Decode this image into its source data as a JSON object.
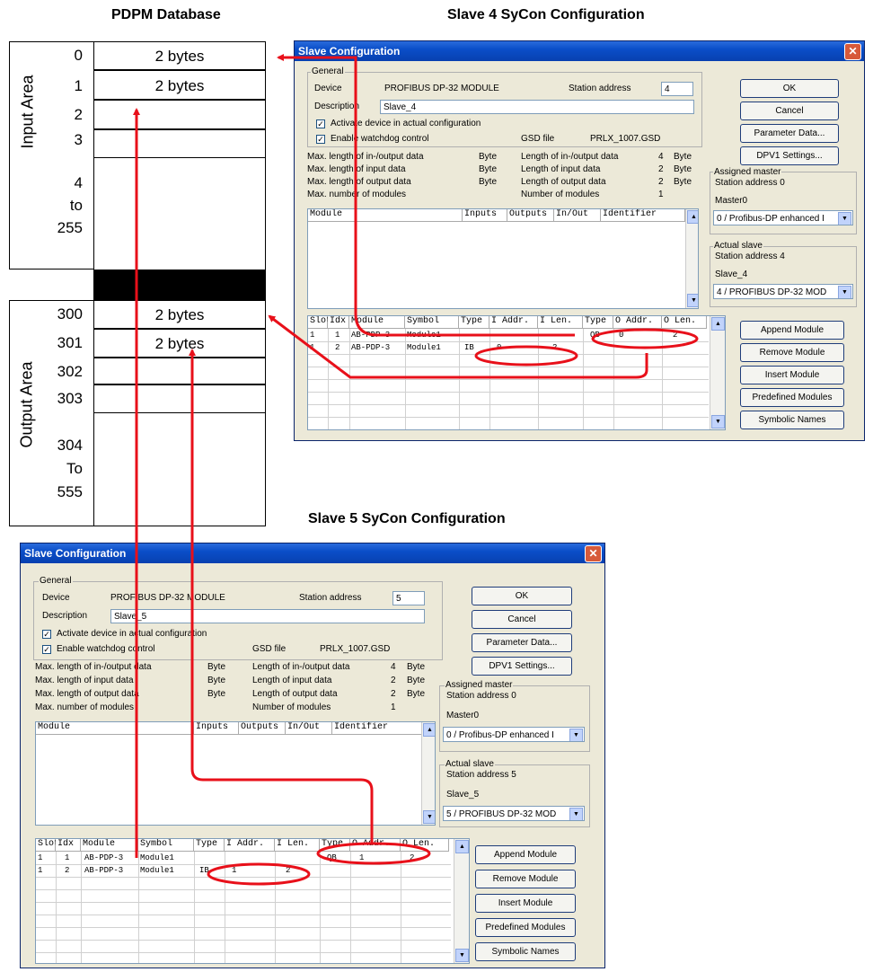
{
  "headings": {
    "pdpm": "PDPM Database",
    "slave4": "Slave 4 SyCon Configuration",
    "slave5": "Slave 5 SyCon Configuration"
  },
  "db": {
    "input_area_label": "Input Area",
    "output_area_label": "Output Area",
    "input_rows": [
      {
        "num": "0",
        "cell": "2 bytes"
      },
      {
        "num": "1",
        "cell": "2 bytes"
      },
      {
        "num": "2",
        "cell": ""
      },
      {
        "num": "3",
        "cell": ""
      }
    ],
    "input_range": [
      "4",
      "to",
      "255"
    ],
    "output_rows": [
      {
        "num": "300",
        "cell": "2 bytes"
      },
      {
        "num": "301",
        "cell": "2 bytes"
      },
      {
        "num": "302",
        "cell": ""
      },
      {
        "num": "303",
        "cell": ""
      }
    ],
    "output_range": [
      "304",
      "To",
      "555"
    ]
  },
  "dialogs": [
    {
      "title": "Slave Configuration",
      "general_label": "General",
      "device_label": "Device",
      "device_value": "PROFIBUS DP-32 MODULE",
      "station_address_label": "Station address",
      "station_address_value": "4",
      "description_label": "Description",
      "description_value": "Slave_4",
      "activate_label": "Activate device in actual configuration",
      "watchdog_label": "Enable watchdog control",
      "gsd_label": "GSD file",
      "gsd_value": "PRLX_1007.GSD",
      "stats": [
        {
          "left": "Max. length of in-/output data",
          "unit1": "Byte",
          "right": "Length of in-/output data",
          "val": "4",
          "unit2": "Byte"
        },
        {
          "left": "Max. length of input data",
          "unit1": "Byte",
          "right": "Length of input data",
          "val": "2",
          "unit2": "Byte"
        },
        {
          "left": "Max. length of output data",
          "unit1": "Byte",
          "right": "Length of output data",
          "val": "2",
          "unit2": "Byte"
        },
        {
          "left": "Max. number of modules",
          "unit1": "",
          "right": "Number of modules",
          "val": "1",
          "unit2": ""
        }
      ],
      "module_table_headers": [
        "Module",
        "Inputs",
        "Outputs",
        "In/Out",
        "Identifier"
      ],
      "slot_table_headers": [
        "Slot",
        "Idx",
        "Module",
        "Symbol",
        "Type",
        "I Addr.",
        "I Len.",
        "Type",
        "O Addr.",
        "O Len."
      ],
      "slot_rows": [
        [
          "1",
          "1",
          "AB-PDP-3",
          "Module1",
          "",
          "",
          "",
          "QB",
          "0",
          "2"
        ],
        [
          "1",
          "2",
          "AB-PDP-3",
          "Module1",
          "IB",
          "0",
          "2",
          "",
          "",
          ""
        ]
      ],
      "buttons": {
        "ok": "OK",
        "cancel": "Cancel",
        "param": "Parameter Data...",
        "dpv1": "DPV1 Settings..."
      },
      "assigned_master_label": "Assigned master",
      "assigned_master_station": "Station address 0",
      "master_name": "Master0",
      "master_select": "0 / Profibus-DP enhanced I",
      "actual_slave_label": "Actual slave",
      "actual_slave_station": "Station address 4",
      "slave_name": "Slave_4",
      "slave_select": "4 / PROFIBUS DP-32 MOD",
      "module_buttons": [
        "Append Module",
        "Remove Module",
        "Insert Module",
        "Predefined Modules",
        "Symbolic Names"
      ]
    },
    {
      "title": "Slave Configuration",
      "general_label": "General",
      "device_label": "Device",
      "device_value": "PROFIBUS DP-32 MODULE",
      "station_address_label": "Station address",
      "station_address_value": "5",
      "description_label": "Description",
      "description_value": "Slave_5",
      "activate_label": "Activate device in actual configuration",
      "watchdog_label": "Enable watchdog control",
      "gsd_label": "GSD file",
      "gsd_value": "PRLX_1007.GSD",
      "stats": [
        {
          "left": "Max. length of in-/output data",
          "unit1": "Byte",
          "right": "Length of in-/output data",
          "val": "4",
          "unit2": "Byte"
        },
        {
          "left": "Max. length of input data",
          "unit1": "Byte",
          "right": "Length of input data",
          "val": "2",
          "unit2": "Byte"
        },
        {
          "left": "Max. length of output data",
          "unit1": "Byte",
          "right": "Length of output data",
          "val": "2",
          "unit2": "Byte"
        },
        {
          "left": "Max. number of modules",
          "unit1": "",
          "right": "Number of modules",
          "val": "1",
          "unit2": ""
        }
      ],
      "module_table_headers": [
        "Module",
        "Inputs",
        "Outputs",
        "In/Out",
        "Identifier"
      ],
      "slot_table_headers": [
        "Slot",
        "Idx",
        "Module",
        "Symbol",
        "Type",
        "I Addr.",
        "I Len.",
        "Type",
        "O Addr.",
        "O Len."
      ],
      "slot_rows": [
        [
          "1",
          "1",
          "AB-PDP-3",
          "Module1",
          "",
          "",
          "",
          "QB",
          "1",
          "2"
        ],
        [
          "1",
          "2",
          "AB-PDP-3",
          "Module1",
          "IB",
          "1",
          "2",
          "",
          "",
          ""
        ]
      ],
      "buttons": {
        "ok": "OK",
        "cancel": "Cancel",
        "param": "Parameter Data...",
        "dpv1": "DPV1 Settings..."
      },
      "assigned_master_label": "Assigned master",
      "assigned_master_station": "Station address 0",
      "master_name": "Master0",
      "master_select": "0 / Profibus-DP enhanced I",
      "actual_slave_label": "Actual slave",
      "actual_slave_station": "Station address 5",
      "slave_name": "Slave_5",
      "slave_select": "5 / PROFIBUS DP-32 MOD",
      "module_buttons": [
        "Append Module",
        "Remove Module",
        "Insert Module",
        "Predefined Modules",
        "Symbolic Names"
      ]
    }
  ],
  "colors": {
    "arrow": "#e8101a",
    "titlebar": "#0a4ec8",
    "dialog_bg": "#ece9d8"
  }
}
